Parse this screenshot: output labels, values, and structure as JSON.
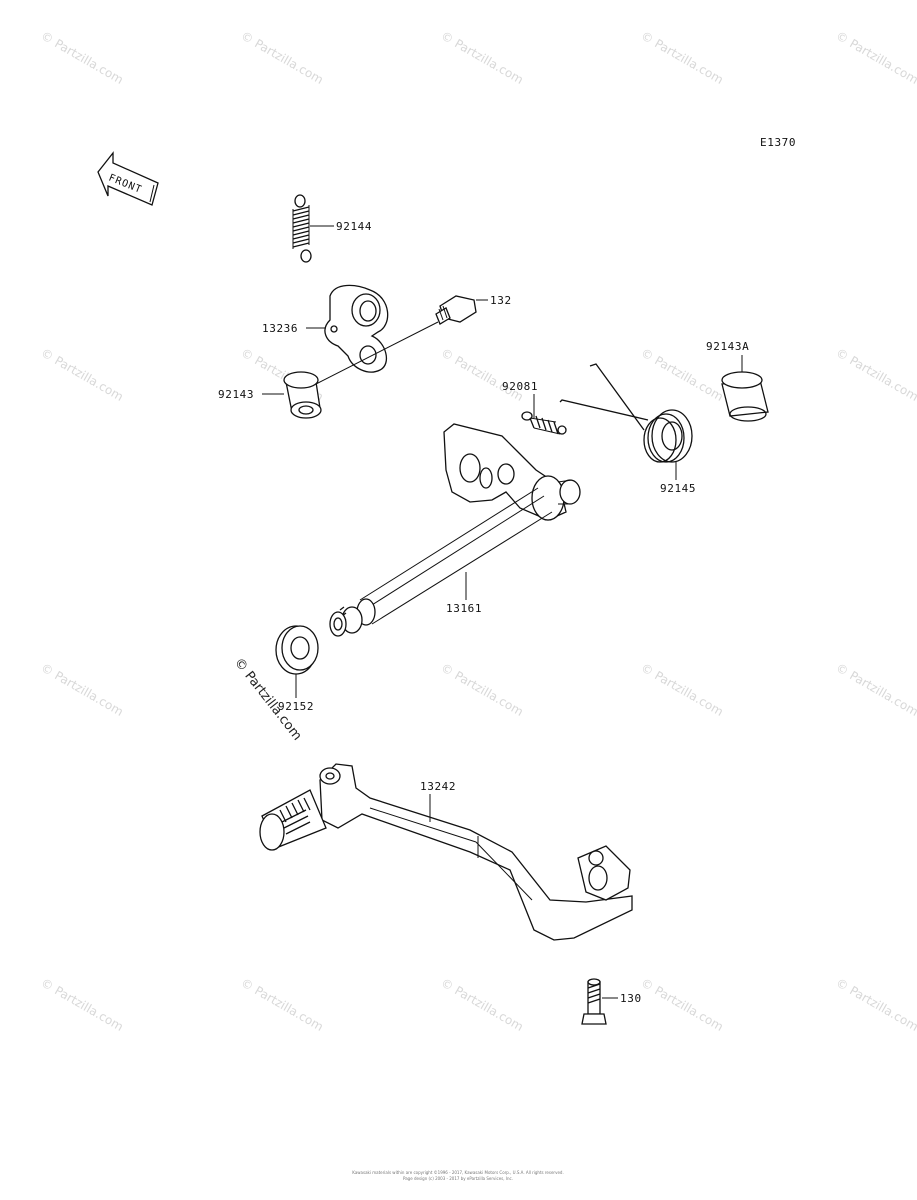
{
  "diagram_code": "E1370",
  "front_label": "FRONT",
  "watermark": "© Partzilla.com",
  "callouts": {
    "spring_92144": "92144",
    "bolt_132": "132",
    "lever_13236": "13236",
    "collar_92143": "92143",
    "spring_92081": "92081",
    "bush_92143A": "92143A",
    "spring_92145": "92145",
    "shaft_13161": "13161",
    "washer_92152": "92152",
    "pedal_13242": "13242",
    "bolt_130": "130"
  },
  "copyright": {
    "line1": "Kawasaki materials within are copyright ©1996 - 2017, Kawasaki Motors Corp., U.S.A. All rights reserved.",
    "line2": "Page design (c) 2003 - 2017 by ePartzilla Services, Inc."
  }
}
